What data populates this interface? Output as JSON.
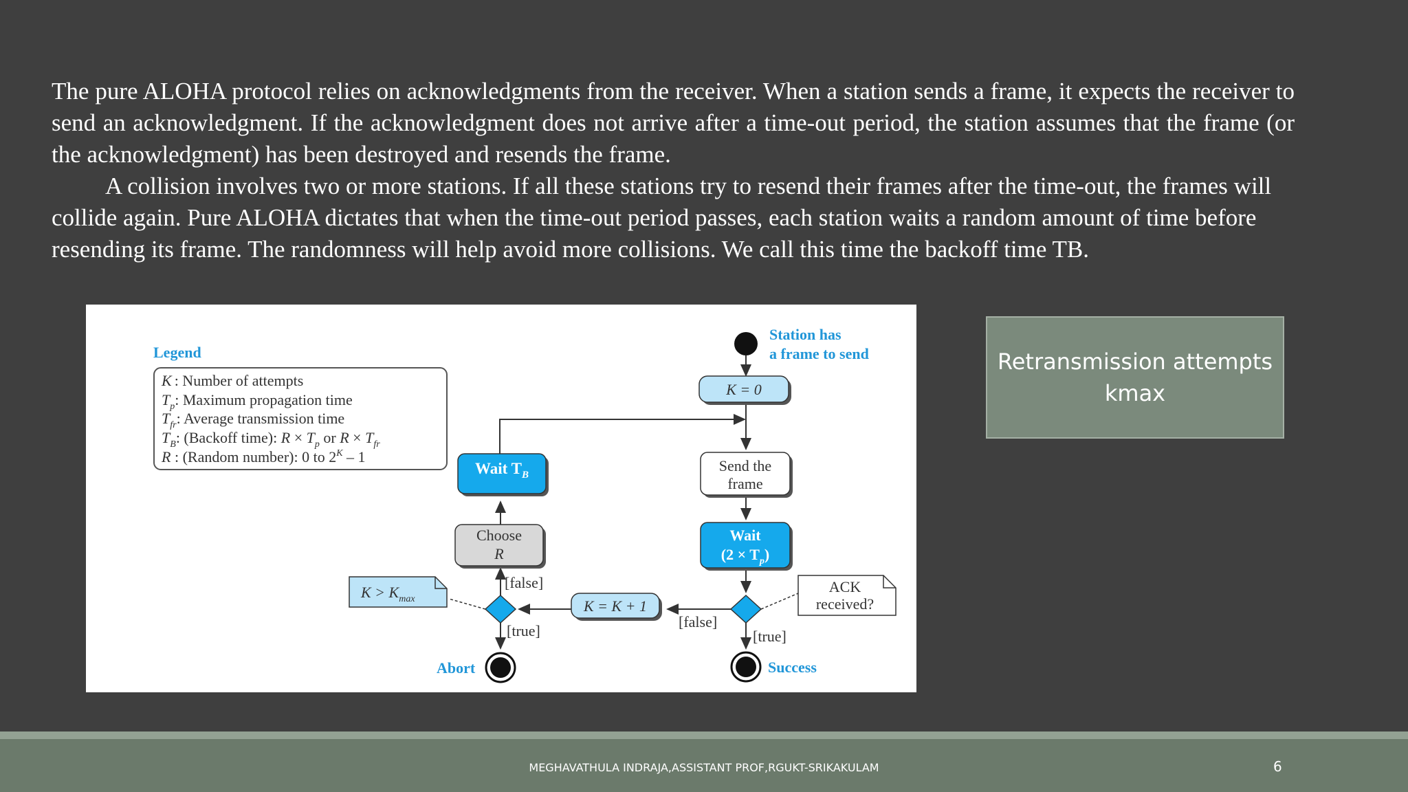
{
  "paragraphs": {
    "p1": "The pure ALOHA protocol relies on acknowledgments from the receiver. When a station sends a frame, it expects the receiver to send an acknowledgment. If the acknowledgment does not arrive after a time-out period, the station assumes that the frame (or the acknowledgment) has been destroyed and resends the frame.",
    "p2": "A collision involves two or more stations. If all these stations try to resend their frames after the time-out, the frames will collide again. Pure ALOHA dictates that when the time-out period passes, each station waits a random amount of time before resending its frame. The randomness will help avoid more collisions. We call this time the backoff time TB."
  },
  "diagram": {
    "legend_title": "Legend",
    "legend": {
      "k": ": Number of attempts",
      "tp": ": Maximum propagation time",
      "tfr": ": Average transmission time",
      "tb_pre": ": (Backoff time): ",
      "tb_or": " or ",
      "r": " : (Random number): 0 to 2",
      "r_tail": " – 1"
    },
    "start_label_1": "Station has",
    "start_label_2": "a frame to send",
    "k_init": "K = 0",
    "send_1": "Send the",
    "send_2": "frame",
    "wait_label": "Wait",
    "wait_sub": "(2 × T",
    "wait_tb": "Wait T",
    "choose": "Choose",
    "choose_r": "R",
    "k_inc": "K = K + 1",
    "ack_1": "ACK",
    "ack_2": "received?",
    "kmax_note": "K > K",
    "false": "[false]",
    "true": "[true]",
    "abort": "Abort",
    "success": "Success"
  },
  "callout": {
    "line1": "Retransmission attempts",
    "line2": "kmax"
  },
  "footer": {
    "text": "MEGHAVATHULA INDRAJA,ASSISTANT PROF,RGUKT-SRIKAKULAM",
    "page": "6"
  }
}
